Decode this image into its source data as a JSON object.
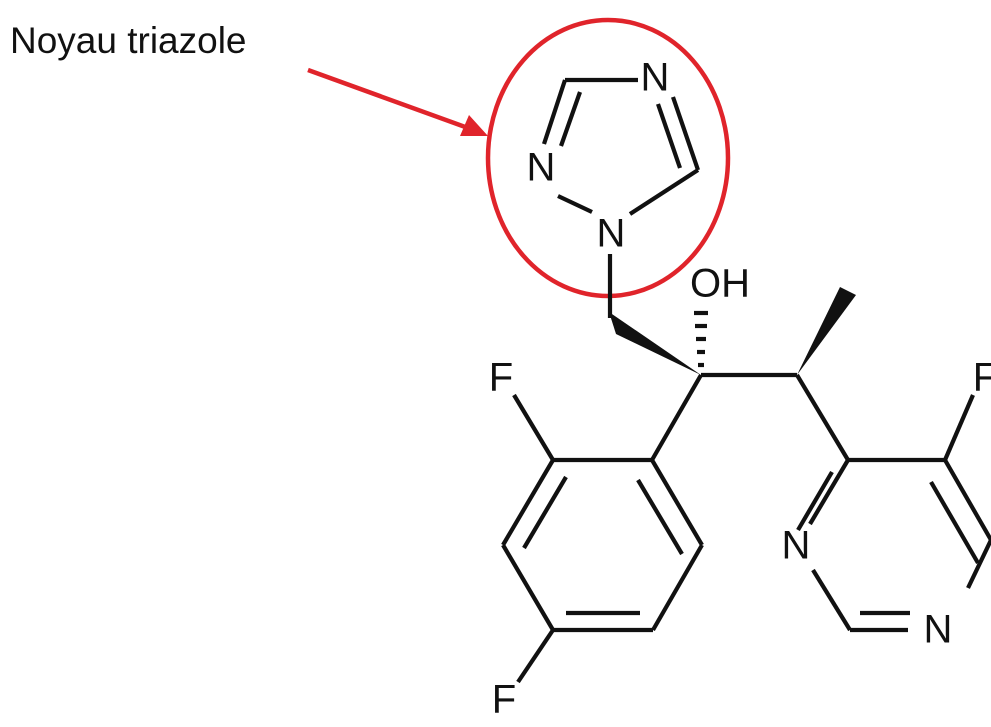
{
  "annotation": {
    "label": "Noyau triazole",
    "color": "#e0242b"
  },
  "molecule": {
    "atom_labels": {
      "triazole_n_top": "N",
      "triazole_n_left": "N",
      "triazole_n_bottom": "N",
      "hydroxyl": "OH",
      "fluorine_upper_left": "F",
      "fluorine_lower_left": "F",
      "fluorine_right": "F",
      "pyrimidine_n_left": "N",
      "pyrimidine_n_bottom": "N"
    },
    "ink_color": "#111111"
  }
}
